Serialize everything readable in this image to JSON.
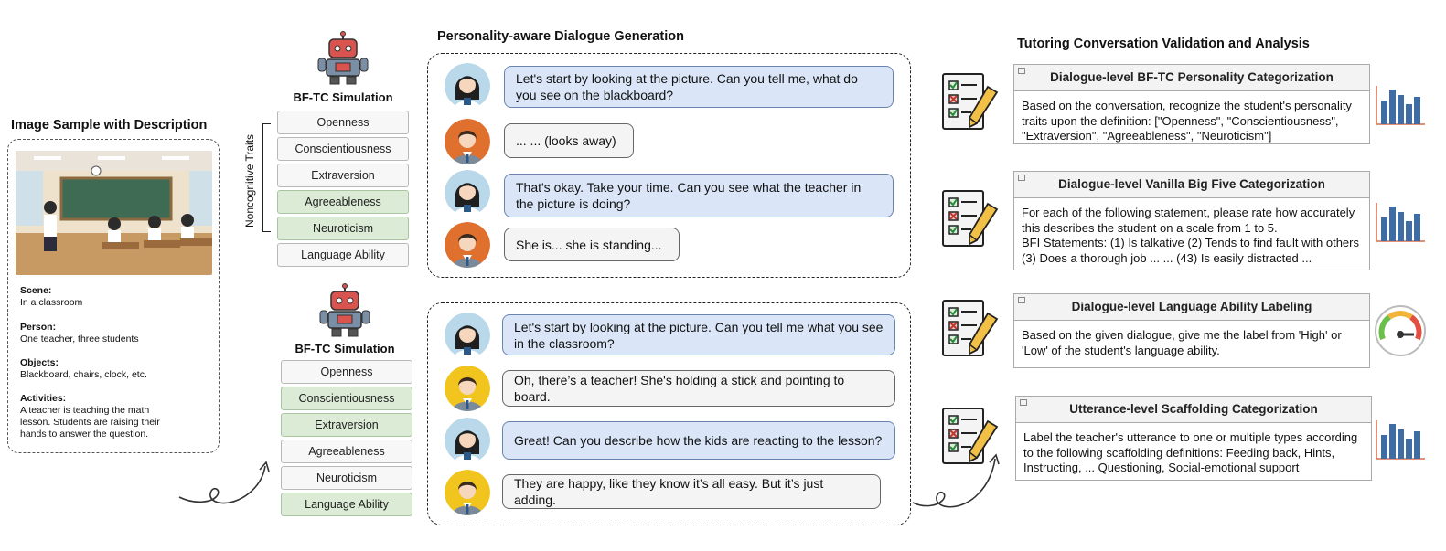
{
  "left": {
    "title": "Image Sample with Description",
    "scene_label": "Scene:",
    "scene": "In a classroom",
    "person_label": "Person:",
    "person": "One teacher, three students",
    "objects_label": "Objects:",
    "objects": "Blackboard, chairs, clock, etc.",
    "activities_label": "Activities:",
    "activities": "A teacher is teaching the math lesson. Students are raising their hands to answer the question."
  },
  "sim1": {
    "label": "BF-TC Simulation",
    "bracket_label": "Noncognitive Traits",
    "traits": [
      {
        "name": "Openness",
        "highlight": false
      },
      {
        "name": "Conscientiousness",
        "highlight": false
      },
      {
        "name": "Extraversion",
        "highlight": false
      },
      {
        "name": "Agreeableness",
        "highlight": true
      },
      {
        "name": "Neuroticism",
        "highlight": true
      },
      {
        "name": "Language Ability",
        "highlight": false
      }
    ]
  },
  "sim2": {
    "label": "BF-TC Simulation",
    "traits": [
      {
        "name": "Openness",
        "highlight": false
      },
      {
        "name": "Conscientiousness",
        "highlight": true
      },
      {
        "name": "Extraversion",
        "highlight": true
      },
      {
        "name": "Agreeableness",
        "highlight": false
      },
      {
        "name": "Neuroticism",
        "highlight": false
      },
      {
        "name": "Language Ability",
        "highlight": true
      }
    ]
  },
  "dialogue": {
    "title": "Personality-aware Dialogue Generation",
    "d1": [
      {
        "role": "teacher",
        "text": "Let's start by looking at the picture. Can you tell me, what do you see on the blackboard?"
      },
      {
        "role": "student",
        "text": "... ... (looks away)"
      },
      {
        "role": "teacher",
        "text": "That's okay. Take your time. Can you see what the teacher in the picture is doing?"
      },
      {
        "role": "student",
        "text": "She is... she is standing..."
      }
    ],
    "d2": [
      {
        "role": "teacher",
        "text": "Let's start by looking at the picture. Can you tell me what you see in the classroom?"
      },
      {
        "role": "student",
        "text": "Oh, there’s a teacher! She's holding a stick and pointing to board."
      },
      {
        "role": "teacher",
        "text": "Great! Can you describe how the kids are reacting to the lesson?"
      },
      {
        "role": "student",
        "text": "They are happy, like they know it’s all easy. But it’s just adding."
      }
    ]
  },
  "right": {
    "title": "Tutoring Conversation Validation and Analysis",
    "tasks": [
      {
        "head": "Dialogue-level BF-TC Personality Categorization",
        "body": "Based on the conversation, recognize the student's personality traits upon the definition: [\"Openness\", \"Conscientiousness\", \"Extraversion\", \"Agreeableness\", \"Neuroticism\"]"
      },
      {
        "head": "Dialogue-level Vanilla Big Five Categorization",
        "body": "For each of the following statement, please rate how accurately this describes the student on a scale from 1 to 5.\nBFI Statements: (1) Is talkative (2) Tends to find fault with others (3) Does a thorough job ... ... (43) Is easily distracted ..."
      },
      {
        "head": "Dialogue-level Language Ability Labeling",
        "body": "Based on the given dialogue, give me the label from 'High' or 'Low' of the student's language ability."
      },
      {
        "head": "Utterance-level Scaffolding Categorization",
        "body": "Label the teacher's utterance to one or multiple types according to the following scaffolding definitions: Feeding back, Hints, Instructing, ... Questioning, Social-emotional support"
      }
    ]
  },
  "colors": {
    "teacher_bubble": "#dae6f8",
    "student_bubble": "#f4f4f4",
    "trait_highlight": "#dcebd6",
    "chart_bar": "#3f6da3",
    "robot": "#d9534f"
  }
}
